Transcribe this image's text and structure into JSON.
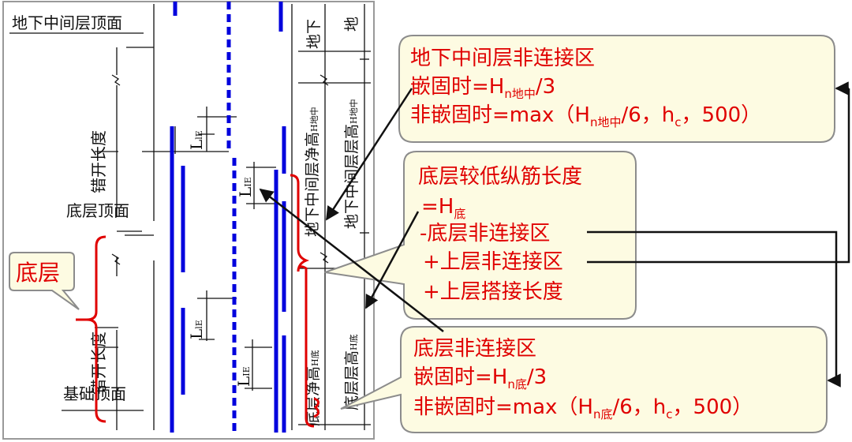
{
  "drawing": {
    "labels": {
      "top_mid_floor": "地下中间层顶面",
      "bottom_floor_top": "底层顶面",
      "foundation_top": "基础顶面",
      "stagger_length": "错开长度",
      "tag_top1": "地下",
      "tag_top2": "地",
      "mid_clear_height": "地下中间层净高",
      "mid_clear_sub": "H地中",
      "mid_floor_height": "地下中间层层高",
      "mid_floor_sub": "H地中",
      "bottom_clear_height": "底层净高",
      "bottom_clear_sub": "H底",
      "bottom_floor_height": "底层层高",
      "bottom_floor_sub": "H底",
      "lap": "L",
      "lap_sub": "lE",
      "lap_sub_upper": "IE"
    },
    "tag_bottom": "底层",
    "colors": {
      "blue": "#0000dd",
      "red": "#e00000",
      "callout_fill": "#fdfbe2",
      "callout_border": "#8c8c8c"
    }
  },
  "callouts": {
    "upper": {
      "title": "地下中间层非连接区",
      "l2_pre": "嵌固时=H",
      "l2_sub": "n地中",
      "l2_post": "/3",
      "l3_pre": "非嵌固时=max（H",
      "l3_sub": "n地中",
      "l3_mid": "/6，h",
      "l3_sub2": "c",
      "l3_post": "，500）"
    },
    "middle": {
      "title": "底层较低纵筋长度",
      "l2_pre": "=H",
      "l2_sub": "底",
      "l3": "-底层非连接区",
      "l4": "+上层非连接区",
      "l5": "+上层搭接长度"
    },
    "lower": {
      "title": "底层非连接区",
      "l2_pre": "嵌固时=H",
      "l2_sub": "n底",
      "l2_post": "/3",
      "l3_pre": "非嵌固时=max（H",
      "l3_sub": "n底",
      "l3_mid": "/6，h",
      "l3_sub2": "c",
      "l3_post": "，500）"
    }
  }
}
